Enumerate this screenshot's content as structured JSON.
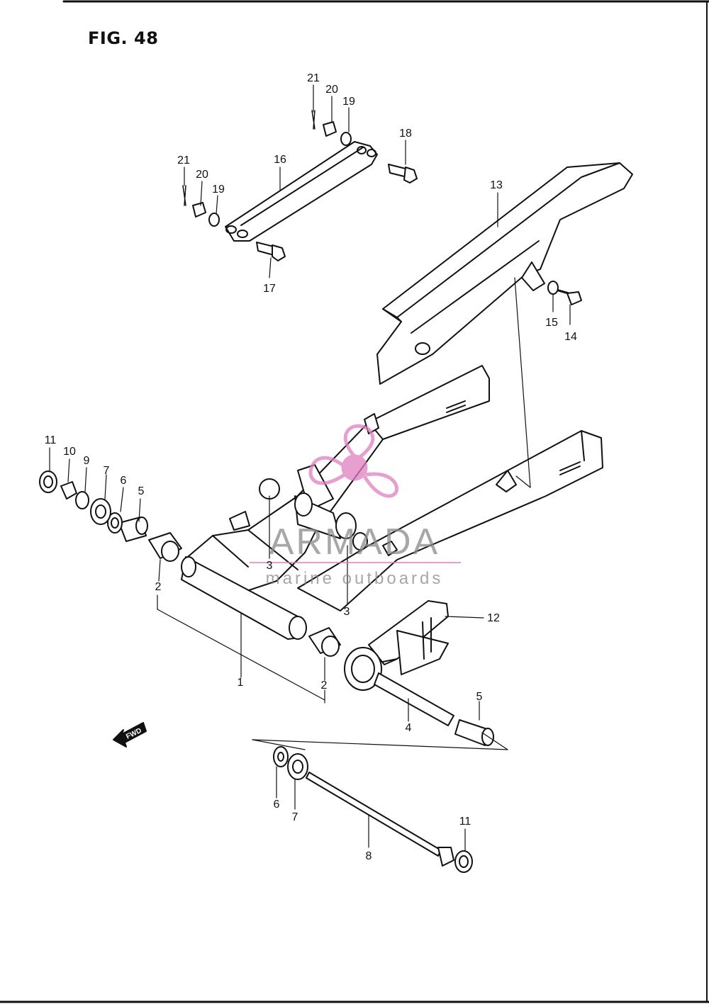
{
  "figure": {
    "title": "FIG. 48"
  },
  "watermark": {
    "brand": "ARMADA",
    "tagline": "marine outboards",
    "color": "#e07fc0"
  },
  "direction_marker": "FWD",
  "callouts": {
    "c21a": "21",
    "c20a": "20",
    "c19a": "19",
    "c18": "18",
    "c16": "16",
    "c21b": "21",
    "c20b": "20",
    "c19b": "19",
    "c17": "17",
    "c13": "13",
    "c15": "15",
    "c14": "14",
    "c11a": "11",
    "c10": "10",
    "c9": "9",
    "c7a": "7",
    "c6a": "6",
    "c5a": "5",
    "c3a": "3",
    "c2a": "2",
    "c3b": "3",
    "c12": "12",
    "c1": "1",
    "c2b": "2",
    "c5b": "5",
    "c4": "4",
    "c6b": "6",
    "c7b": "7",
    "c8": "8",
    "c11b": "11"
  }
}
